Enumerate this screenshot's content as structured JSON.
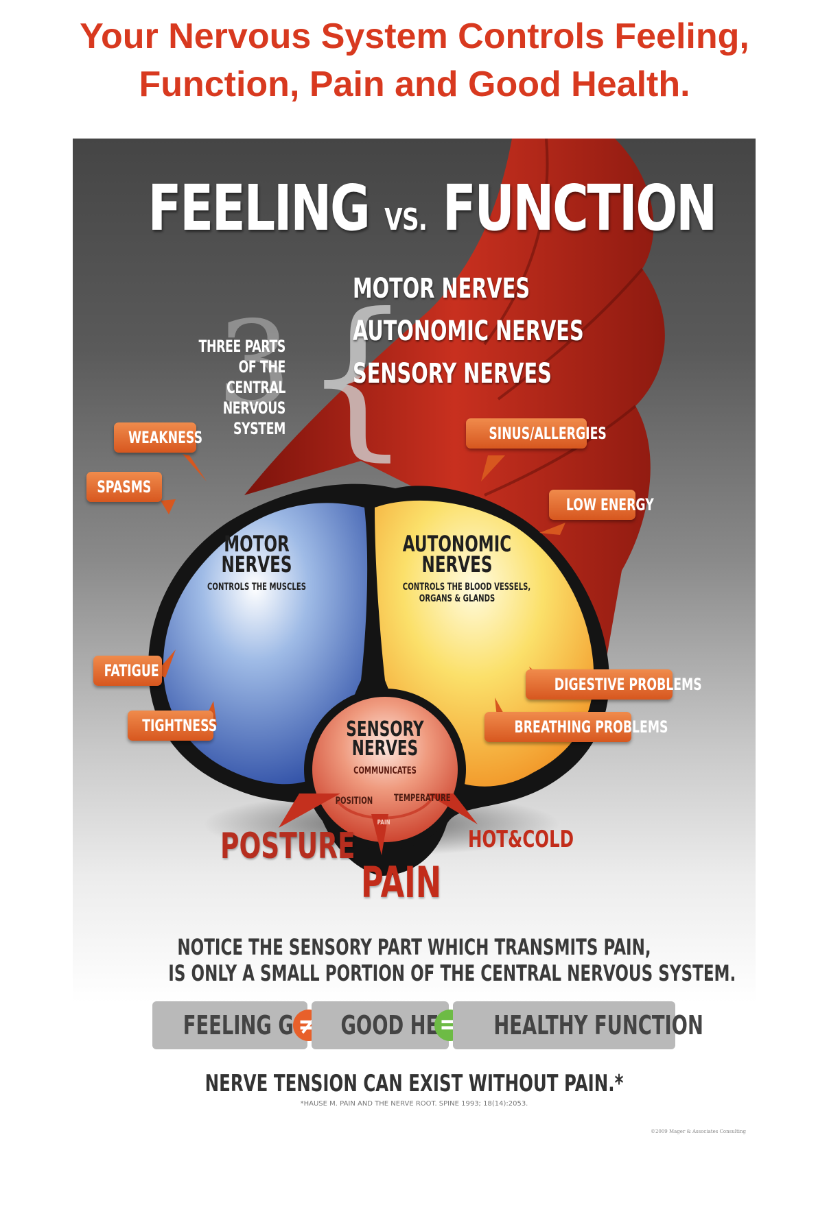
{
  "headline": {
    "line1": "Your Nervous System Controls Feeling,",
    "line2": "Function, Pain and Good Health."
  },
  "poster": {
    "title_left": "FEELING",
    "title_vs": "VS.",
    "title_right": "FUNCTION",
    "three_numeral": "3",
    "three_parts": [
      "THREE PARTS",
      "OF THE CENTRAL",
      "NERVOUS SYSTEM"
    ],
    "nerve_list": [
      "MOTOR NERVES",
      "AUTONOMIC NERVES",
      "SENSORY NERVES"
    ],
    "tags": {
      "weakness": "WEAKNESS",
      "spasms": "SPASMS",
      "fatigue": "FATIGUE",
      "tightness": "TIGHTNESS",
      "sinus": "SINUS/ALLERGIES",
      "low_energy": "LOW ENERGY",
      "digestive": "DIGESTIVE PROBLEMS",
      "breathing": "BREATHING PROBLEMS"
    },
    "motor": {
      "title1": "MOTOR",
      "title2": "NERVES",
      "sub": "CONTROLS THE MUSCLES"
    },
    "autonomic": {
      "title1": "AUTONOMIC",
      "title2": "NERVES",
      "sub1": "CONTROLS THE BLOOD VESSELS,",
      "sub2": "ORGANS & GLANDS"
    },
    "sensory": {
      "title1": "SENSORY",
      "title2": "NERVES",
      "sub": "COMMUNICATES",
      "position": "POSITION",
      "temperature": "TEMPERATURE",
      "pain_small": "PAIN"
    },
    "posture": "POSTURE",
    "pain": "PAIN",
    "hot_cold": "HOT&COLD",
    "notice_line1": "NOTICE THE SENSORY PART WHICH TRANSMITS PAIN,",
    "notice_line2": "IS ONLY A SMALL PORTION OF THE CENTRAL NERVOUS SYSTEM.",
    "equation": {
      "feeling_good": "FEELING GOOD",
      "not_equal": "≠",
      "good_health": "GOOD HEALTH",
      "equal": "=",
      "healthy_function": "HEALTHY FUNCTION"
    },
    "tension": "NERVE TENSION CAN EXIST WITHOUT PAIN.*",
    "citation": "*HAUSE M. PAIN AND THE NERVE ROOT. SPINE 1993; 18(14):2053.",
    "copyright": "©2009 Mager & Associates Consulting"
  },
  "colors": {
    "headline": "#d8391f",
    "tag_orange": "#e06a2c",
    "motor_blue": "#3c63b5",
    "autonomic_yellow": "#f5c43a",
    "sensory_red": "#d24a33",
    "not_equal_orange": "#e8602a",
    "equal_green": "#6dbb45"
  }
}
